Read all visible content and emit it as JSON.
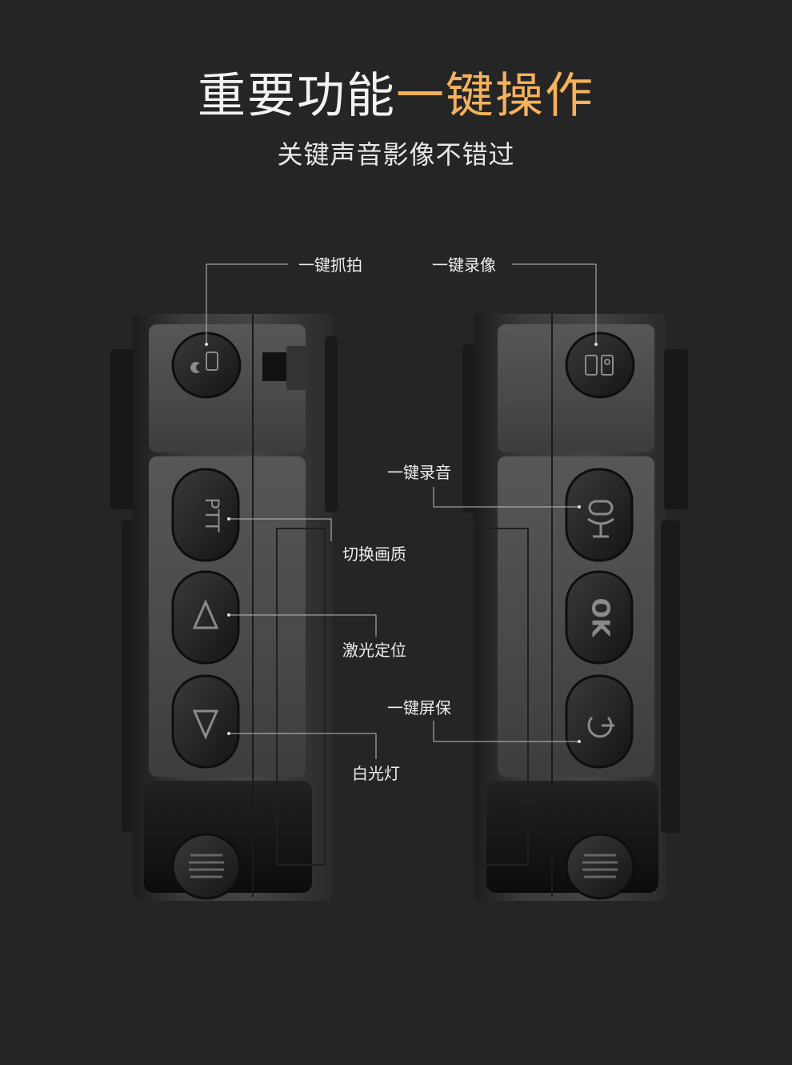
{
  "header": {
    "title_part1": "重要功能",
    "title_part2": "一键操作",
    "subtitle": "关键声音影像不错过"
  },
  "callouts": {
    "snapshot": "一键抓拍",
    "video": "一键录像",
    "audio": "一键录音",
    "quality": "切换画质",
    "laser": "激光定位",
    "screensaver": "一键屏保",
    "whitelight": "白光灯"
  },
  "buttons": {
    "ptt": "PTT",
    "ok": "OK"
  },
  "colors": {
    "background": "#252525",
    "accent": "#f4b25d",
    "text": "#f2f2f2"
  }
}
